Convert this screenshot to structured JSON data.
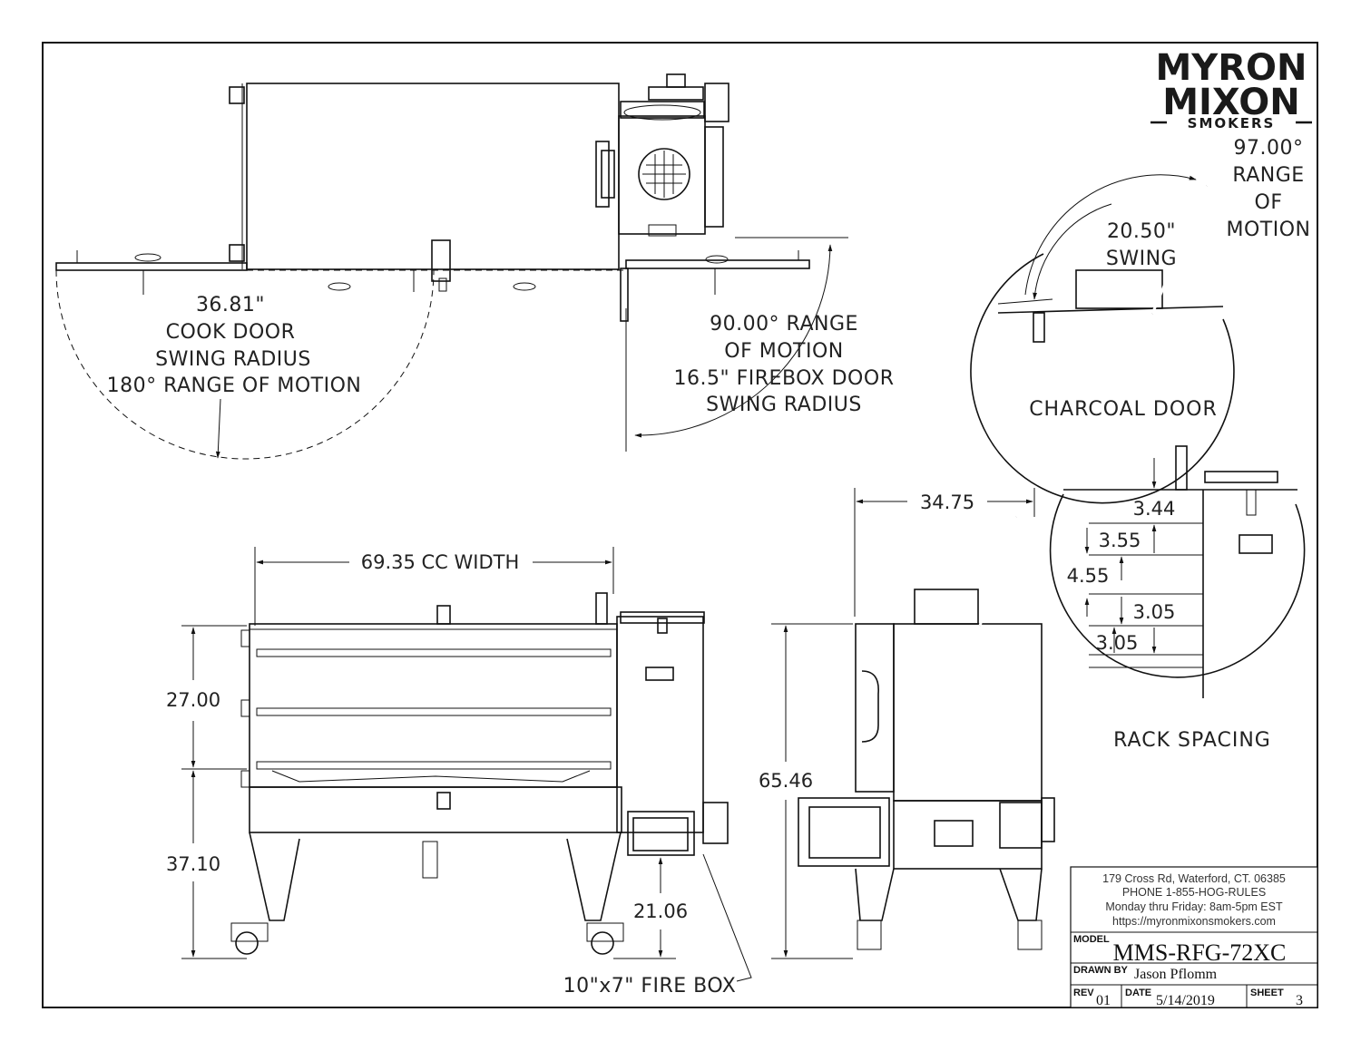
{
  "logo": {
    "line1": "MYRON",
    "line2": "MIXON",
    "line3": "SMOKERS"
  },
  "top_view": {
    "cook_door": [
      "36.81\"",
      "COOK DOOR",
      "SWING RADIUS",
      "180° RANGE OF MOTION"
    ],
    "firebox_door": [
      "90.00° RANGE",
      "OF MOTION",
      "16.5\" FIREBOX DOOR",
      "SWING RADIUS"
    ]
  },
  "charcoal_door": {
    "range": [
      "97.00°",
      "RANGE",
      "OF",
      "MOTION"
    ],
    "swing": [
      "20.50\"",
      "SWING"
    ],
    "title": "CHARCOAL DOOR"
  },
  "front_view": {
    "width": "69.35 CC WIDTH",
    "upper_height": "27.00",
    "lower_height": "37.10",
    "firebox_height": "21.06",
    "firebox_label": "10\"x7\" FIRE BOX"
  },
  "side_view": {
    "depth": "34.75",
    "height": "65.46"
  },
  "rack_spacing": {
    "values": [
      "3.44",
      "3.55",
      "4.55",
      "3.05",
      "3.05"
    ],
    "title": "RACK SPACING"
  },
  "title_block": {
    "address": "179 Cross Rd, Waterford, CT. 06385",
    "phone": "PHONE 1-855-HOG-RULES",
    "hours": "Monday thru Friday: 8am-5pm EST",
    "website": "https://myronmixonsmokers.com",
    "model_label": "MODEL",
    "model": "MMS-RFG-72XC",
    "drawn_by_label": "DRAWN BY",
    "drawn_by": "Jason Pflomm",
    "rev_label": "REV",
    "rev": "01",
    "date_label": "DATE",
    "date": "5/14/2019",
    "sheet_label": "SHEET",
    "sheet": "3"
  }
}
